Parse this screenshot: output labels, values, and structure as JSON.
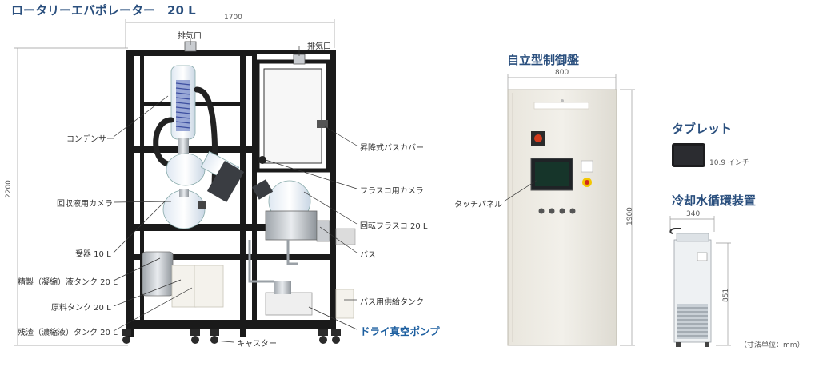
{
  "titles": {
    "main": "ロータリーエバポレーター　20 L",
    "panel": "自立型制御盤",
    "tablet": "タブレット",
    "chiller": "冷却水循環装置"
  },
  "dimensions": {
    "evap_width": "1700",
    "evap_height": "2200",
    "panel_width": "800",
    "panel_height": "1900",
    "chiller_width": "340",
    "chiller_height": "851"
  },
  "labels": {
    "exhaust_left": "排気口",
    "exhaust_right": "排気口",
    "condenser": "コンデンサー",
    "recovery_camera": "回収液用カメラ",
    "receiver": "受器 10 L",
    "refined_tank": "精製（凝縮）液タンク 20 L",
    "raw_tank": "原料タンク 20 L",
    "residue_tank": "残渣（濃縮液）タンク 20 L",
    "lift_bath_cover": "昇降式バスカバー",
    "flask_camera": "フラスコ用カメラ",
    "rotary_flask": "回転フラスコ 20 L",
    "bath": "バス",
    "bath_supply_tank": "バス用供給タンク",
    "dry_vacuum_pump": "ドライ真空ポンプ",
    "caster": "キャスター",
    "touch_panel": "タッチパネル",
    "tablet_size": "10.9 インチ",
    "unit_note": "（寸法単位：mm）"
  }
}
